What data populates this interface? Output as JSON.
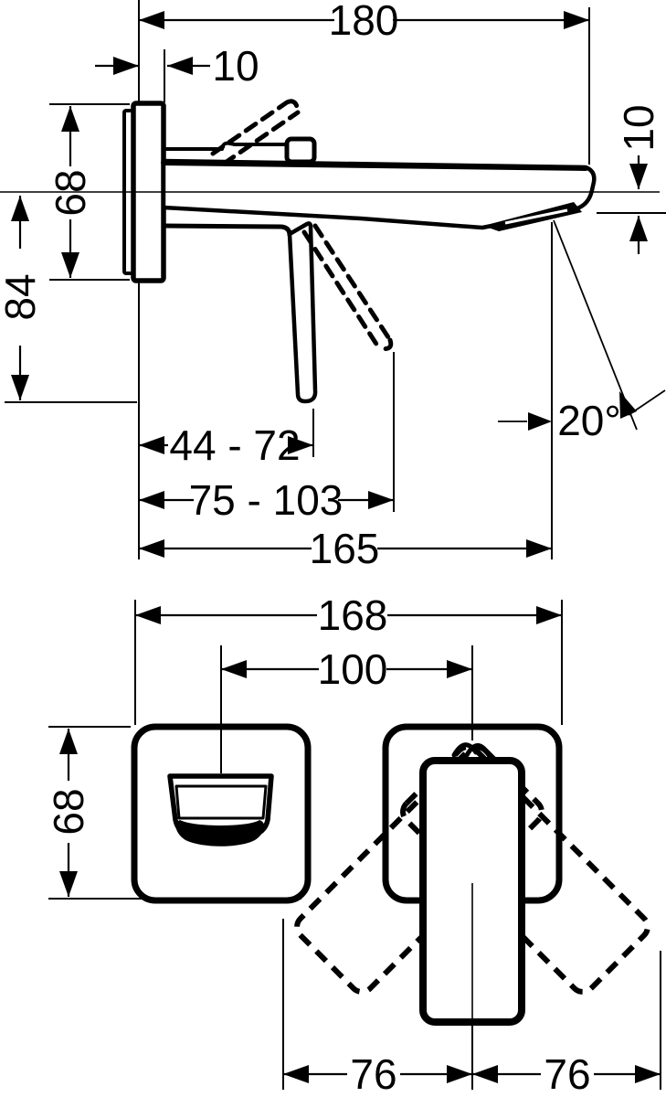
{
  "colors": {
    "ink": "#000000",
    "paper": "#ffffff"
  },
  "side_view": {
    "dims": {
      "total_depth": "180",
      "plate_projection": "10",
      "plate_height": "68",
      "height_below_axis": "84",
      "spout_end_drop": "10",
      "spout_angle": "20°",
      "range_short": "44 - 72",
      "range_long": "75 - 103",
      "spout_reach": "165"
    }
  },
  "front_view": {
    "dims": {
      "overall_width": "168",
      "spout_to_handle": "100",
      "plate_height": "68",
      "swing_left": "76",
      "swing_right": "76"
    }
  }
}
